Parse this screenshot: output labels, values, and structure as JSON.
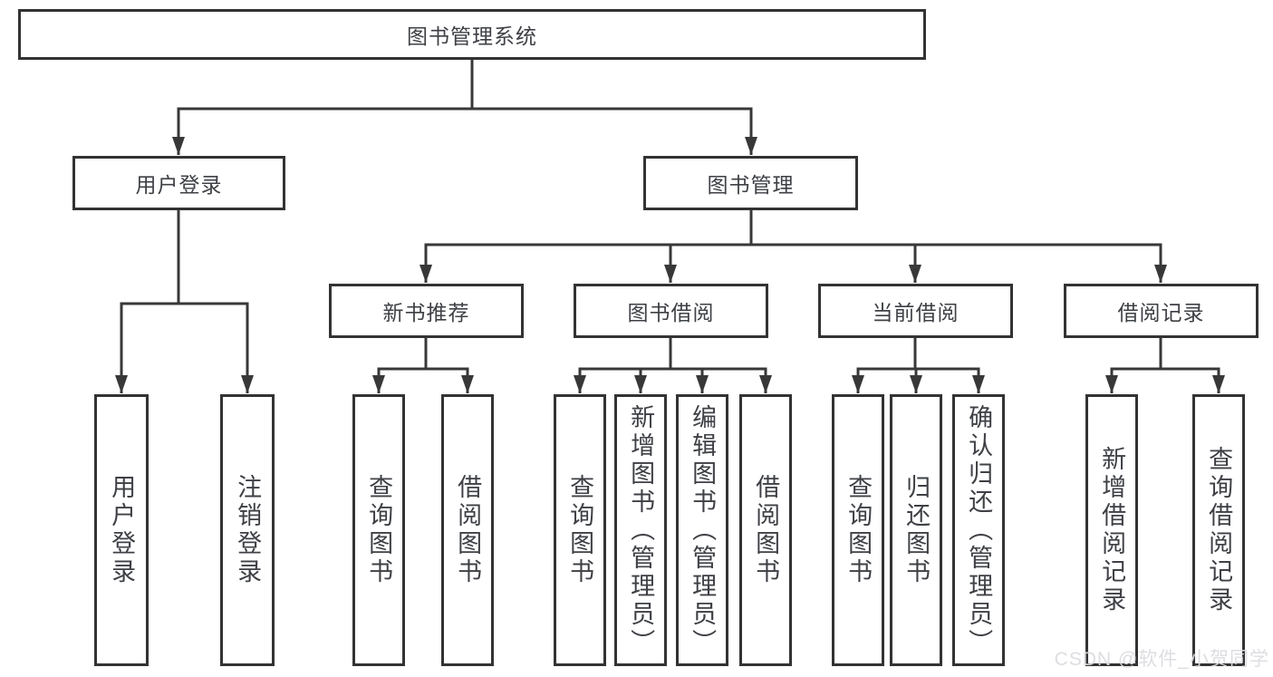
{
  "tree": {
    "root": {
      "label": "图书管理系统",
      "children": [
        {
          "label": "用户登录",
          "children": [
            {
              "label": "用户登录"
            },
            {
              "label": "注销登录"
            }
          ]
        },
        {
          "label": "图书管理",
          "children": [
            {
              "label": "新书推荐",
              "children": [
                {
                  "label": "查询图书"
                },
                {
                  "label": "借阅图书"
                }
              ]
            },
            {
              "label": "图书借阅",
              "children": [
                {
                  "label": "查询图书"
                },
                {
                  "label": "新增图书（管理员）"
                },
                {
                  "label": "编辑图书（管理员）"
                },
                {
                  "label": "借阅图书"
                }
              ]
            },
            {
              "label": "当前借阅",
              "children": [
                {
                  "label": "查询图书"
                },
                {
                  "label": "归还图书"
                },
                {
                  "label": "确认归还（管理员）"
                }
              ]
            },
            {
              "label": "借阅记录",
              "children": [
                {
                  "label": "新增借阅记录"
                },
                {
                  "label": "查询借阅记录"
                }
              ]
            }
          ]
        }
      ]
    }
  },
  "watermark": {
    "text": "CSDN @软件_小贺同学"
  },
  "colors": {
    "background": "#ffffff",
    "box_border": "#333333",
    "line": "#383838",
    "text": "#3e4045",
    "watermark": "#dbdbe0"
  }
}
